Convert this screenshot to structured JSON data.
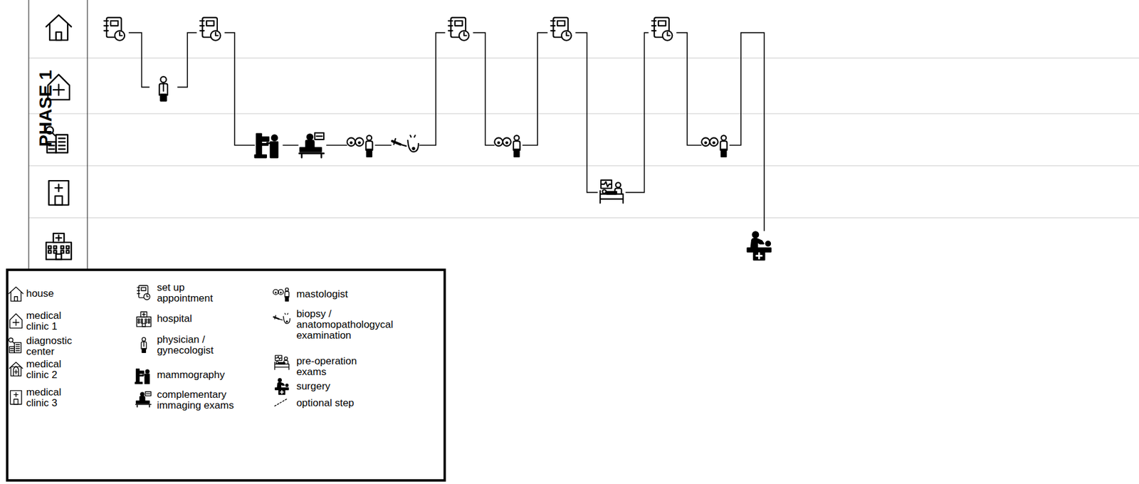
{
  "diagram": {
    "labels": [
      "PHASE 1"
    ],
    "legend": [
      {
        "text": "house"
      },
      {
        "text": "medical clinic 1"
      },
      {
        "text": "diagnostic center"
      },
      {
        "text": "medical clinic 2"
      },
      {
        "text": "medical clinic 3"
      },
      {
        "text": "set up appointment"
      },
      {
        "text": "hospital"
      },
      {
        "text": "physician / gynecologist"
      },
      {
        "text": "mammography"
      },
      {
        "text": "complementary immaging exams"
      },
      {
        "text": "mastologist"
      },
      {
        "text": "biopsy / anatomopathologycal examination"
      },
      {
        "text": "pre-operation exams"
      },
      {
        "text": "surgery"
      },
      {
        "text": "optional step"
      }
    ]
  }
}
